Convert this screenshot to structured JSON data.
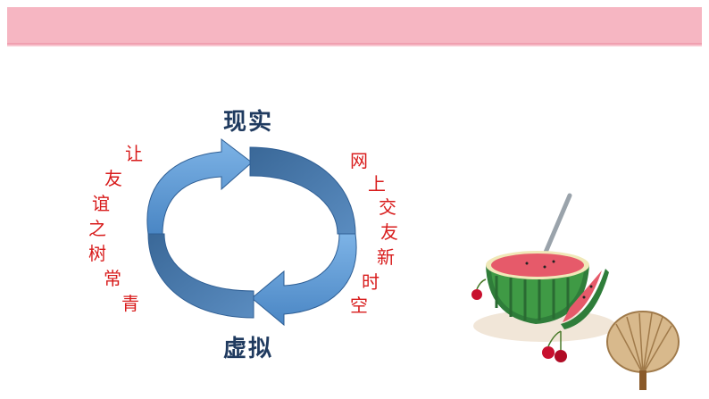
{
  "diagram": {
    "top_label": "现实",
    "bottom_label": "虚拟",
    "left_text": [
      "让",
      "友",
      "谊",
      "之",
      "树",
      "常",
      "青"
    ],
    "right_text": [
      "网",
      "上",
      "交",
      "友",
      "新",
      "时",
      "空"
    ]
  },
  "colors": {
    "banner": "#f6b6c2",
    "arrow_light": "#5b9bd5",
    "arrow_dark": "#3f6fa5",
    "label": "#1f3a5f",
    "side_text": "#d81c1c"
  },
  "icons": [
    "watermelon-bowl-icon",
    "watermelon-slice-icon",
    "cherries-icon",
    "hand-fan-icon"
  ]
}
